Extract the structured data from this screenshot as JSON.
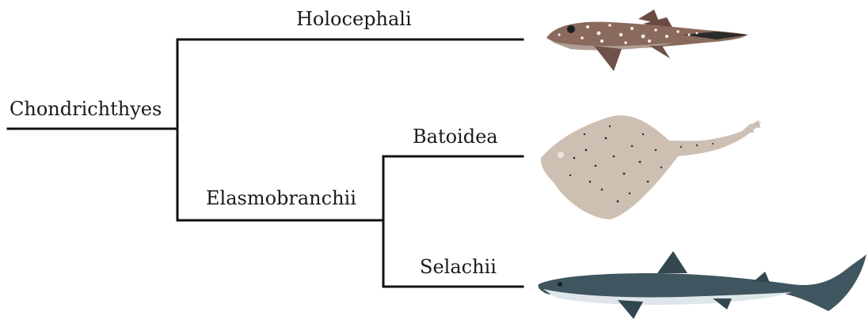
{
  "tree": {
    "root": {
      "label": "Chondrichthyes"
    },
    "branches": [
      {
        "label": "Holocephali",
        "illustration": "chimaera-illustration"
      },
      {
        "label": "Elasmobranchii",
        "branches": [
          {
            "label": "Batoidea",
            "illustration": "ray-illustration"
          },
          {
            "label": "Selachii",
            "illustration": "shark-illustration"
          }
        ]
      }
    ]
  },
  "colors": {
    "line": "#111111",
    "chimaera_body": "#8a6a5c",
    "ray_body": "#cdbfb2",
    "shark_back": "#3f5560",
    "shark_belly": "#dfe6ea"
  }
}
